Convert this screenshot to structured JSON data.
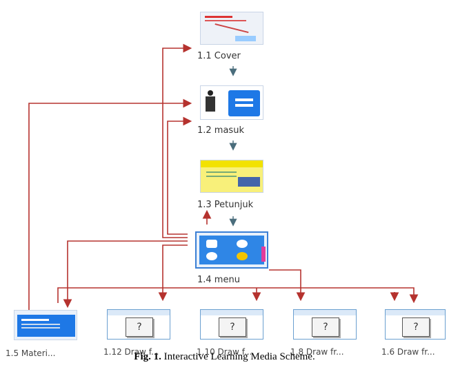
{
  "nodes": {
    "cover": "1.1 Cover",
    "masuk": "1.2 masuk",
    "petunjuk": "1.3 Petunjuk",
    "menu": "1.4 menu",
    "materi": "1.5 Materi...",
    "draw_a": "1.12 Draw f...",
    "draw_b": "1.10 Draw f...",
    "draw_c": "1.8 Draw fr...",
    "draw_d": "1.6 Draw fr..."
  },
  "placeholder_glyph": "?",
  "caption": {
    "prefix": "Fig. 1.",
    "text": " Interactive Learning Media Scheme."
  },
  "colors": {
    "connector": "#b5322e",
    "arrow_down": "#4a6d7c",
    "frame_blue": "#3a7fd5"
  }
}
